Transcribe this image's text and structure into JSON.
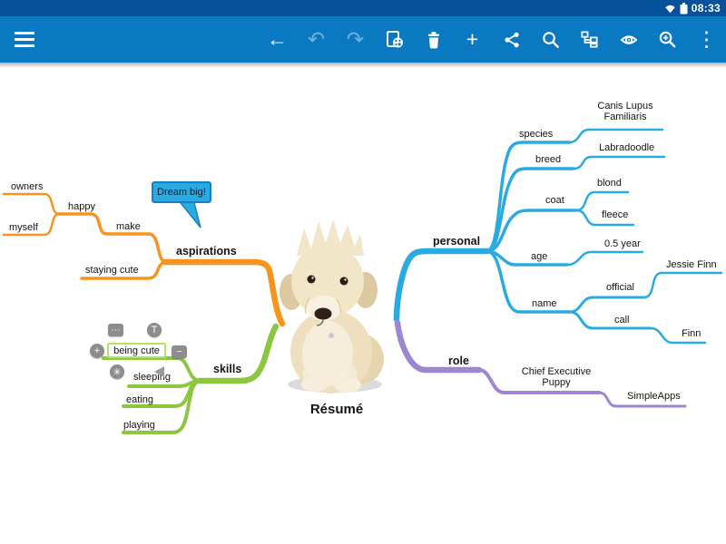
{
  "status_bar": {
    "time": "08:33",
    "icons": [
      "wifi-icon",
      "battery-icon"
    ]
  },
  "toolbar": {
    "icons": [
      "menu",
      "back",
      "undo",
      "redo",
      "style-sheet",
      "delete",
      "add-topic",
      "share",
      "search",
      "layout",
      "view",
      "zoom-in",
      "more-options"
    ],
    "glyphs": {
      "back": "←",
      "undo": "↶",
      "redo": "↷",
      "add": "+",
      "more": "⋮"
    }
  },
  "mindmap": {
    "central_topic": "Résumé",
    "callout": {
      "text": "Dream big!"
    },
    "selected_node": "being cute",
    "selection": {
      "controls": [
        "more",
        "text-style",
        "add-child",
        "collapse",
        "style",
        "drag-handle"
      ],
      "glyphs": {
        "more": "⋯",
        "text_style": "T",
        "add": "+",
        "collapse": "−",
        "style": "✳"
      }
    },
    "nodes": {
      "aspirations": "aspirations",
      "make": "make",
      "happy": "happy",
      "owners": "owners",
      "myself": "myself",
      "staying_cute": "staying cute",
      "skills": "skills",
      "being_cute": "being cute",
      "sleeping": "sleeping",
      "eating": "eating",
      "playing": "playing",
      "personal": "personal",
      "species": "species",
      "species_value": "Canis Lupus Familiaris",
      "breed": "breed",
      "breed_value": "Labradoodle",
      "coat": "coat",
      "blond": "blond",
      "fleece": "fleece",
      "age": "age",
      "age_value": "0.5 year",
      "name": "name",
      "official": "official",
      "official_value": "Jessie Finn",
      "call": "call",
      "call_value": "Finn",
      "role": "role",
      "role_value": "Chief Executive Puppy",
      "company": "SimpleApps"
    },
    "branch_colors": {
      "aspirations": "#f7941e",
      "skills": "#8dc63f",
      "personal": "#29abe2",
      "role": "#9e86d0"
    }
  },
  "colors": {
    "status_bar": "#07509a",
    "toolbar": "#0b78c2",
    "canvas": "#ffffff",
    "callout_fill": "#29abe2",
    "callout_border": "#1a7ec2",
    "selection_border": "#b4e35f",
    "handle_gray": "#8d8d8d"
  }
}
